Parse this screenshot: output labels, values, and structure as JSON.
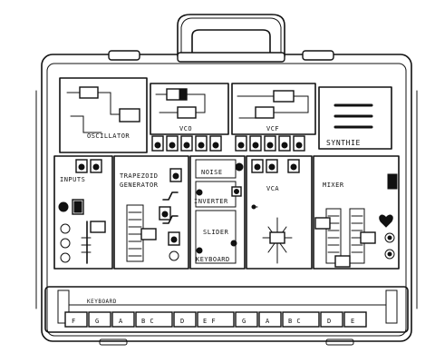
{
  "case": {
    "modules": {
      "oscillator": {
        "label": "OSCILLATOR"
      },
      "vco": {
        "label": "VCO"
      },
      "vcf": {
        "label": "VCF"
      },
      "synth_title": {
        "label": "SYNTHIE"
      },
      "inputs": {
        "label": "INPUTS"
      },
      "trapezoid": {
        "label_line1": "TRAPEZOID",
        "label_line2": "GENERATOR"
      },
      "noise": {
        "label": "NOISE"
      },
      "inverter": {
        "label": "INVERTER"
      },
      "slider": {
        "label": "SLIDER"
      },
      "keyboard_ctl": {
        "label": "KEYBOARD"
      },
      "vca": {
        "label": "VCA"
      },
      "mixer": {
        "label": "MIXER"
      }
    },
    "keyboard": {
      "label": "KEYBOARD",
      "keys": [
        "F",
        "G",
        "A",
        "B C",
        "D",
        "E F",
        "G",
        "A",
        "B C",
        "D",
        "E"
      ]
    }
  }
}
